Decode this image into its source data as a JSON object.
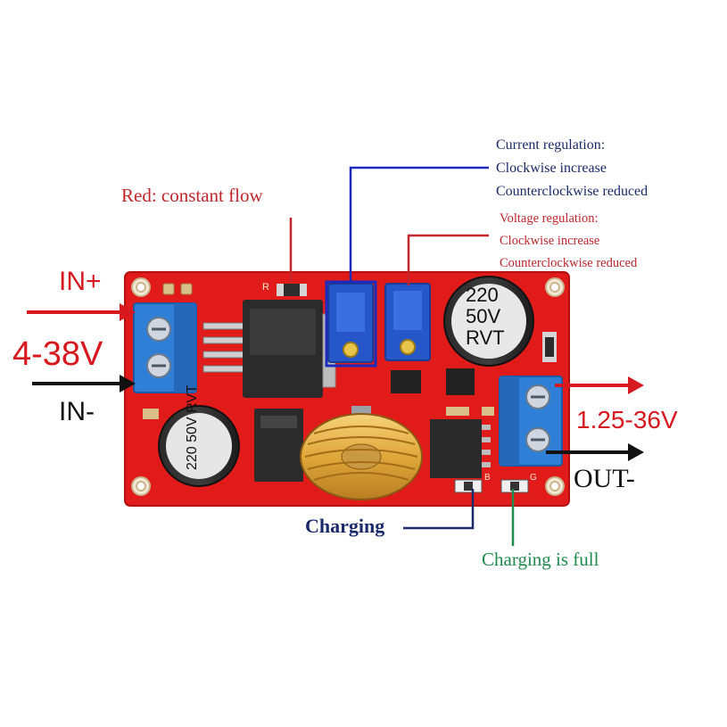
{
  "annotations": {
    "constant_flow": "Red: constant flow",
    "in_plus": "IN+",
    "in_minus": "IN-",
    "input_range": "4-38V",
    "output_range": "1.25-36V",
    "out_minus": "OUT-",
    "charging": "Charging",
    "charging_full": "Charging is full"
  },
  "current_regulation": {
    "title": "Current regulation:",
    "cw": "Clockwise increase",
    "ccw": "Counterclockwise reduced"
  },
  "voltage_regulation": {
    "title": "Voltage regulation:",
    "cw": "Clockwise increase",
    "ccw": "Counterclockwise reduced"
  },
  "board": {
    "cap_large": {
      "line1": "220",
      "line2": "50V",
      "line3": "RVT"
    },
    "cap_small": {
      "line1": "220",
      "line2": "50V",
      "line3": "RVT"
    },
    "silk_r": "R",
    "silk_b": "B",
    "silk_g": "G"
  },
  "colors": {
    "board": "#e11a1a",
    "annotation_red": "#c0262c",
    "annotation_blue": "#1b2a6b",
    "annotation_green": "#1f8a4c",
    "terminal": "#2f7fd6",
    "trimmer": "#2557c8"
  }
}
